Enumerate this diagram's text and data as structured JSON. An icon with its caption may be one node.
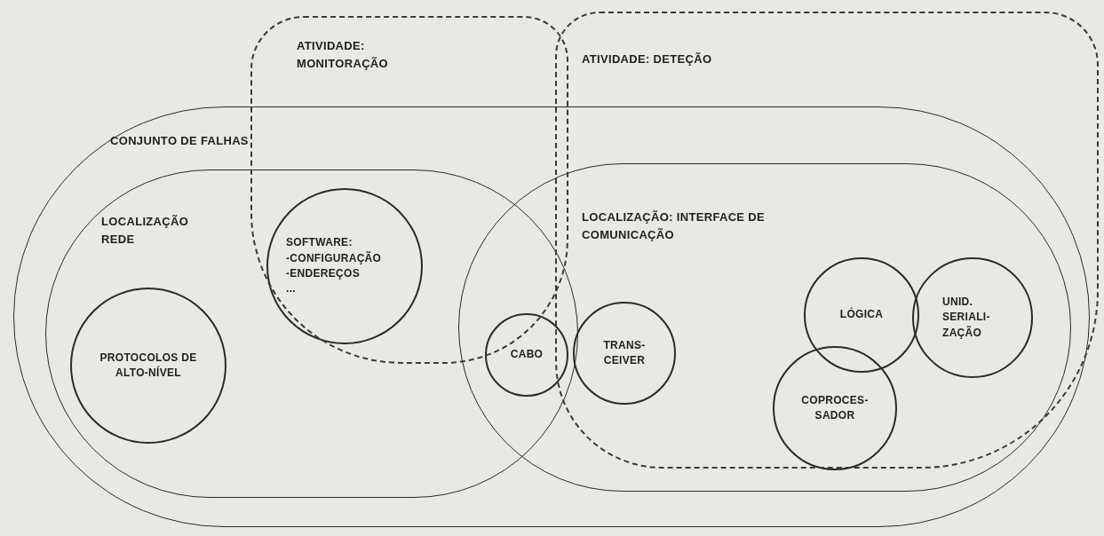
{
  "diagram": {
    "nodes": [
      {
        "text": [
          "CONJUNTO DE FALHAS"
        ]
      },
      {
        "text": [
          "LOCALIZAÇÃO REDE"
        ],
        "in": 0
      },
      {
        "text": [
          "PROTOCOLOS DE ALTO-NÍVEL"
        ],
        "in": 1
      },
      {
        "text": [
          "SOFTWARE:",
          "-CONFIGURAÇÃO",
          "-ENDEREÇOS",
          "..."
        ]
      },
      {
        "text": [
          "LOCALIZAÇÃO: INTERFACE DE COMUNICAÇÃO"
        ],
        "in": 0
      },
      {
        "text": [
          "CABO"
        ]
      },
      {
        "text": [
          "TRANS- CEIVER"
        ]
      },
      {
        "text": [
          "LÓGICA"
        ]
      },
      {
        "text": [
          "UNID. SERIALI- ZAÇÃO"
        ]
      },
      {
        "text": [
          "COPROCES- SADOR"
        ]
      },
      {
        "text": [
          "ATIVIDADE: MONITORAÇÃO"
        ]
      },
      {
        "text": [
          "ATIVIDADE: DETEÇÃO"
        ]
      }
    ]
  }
}
